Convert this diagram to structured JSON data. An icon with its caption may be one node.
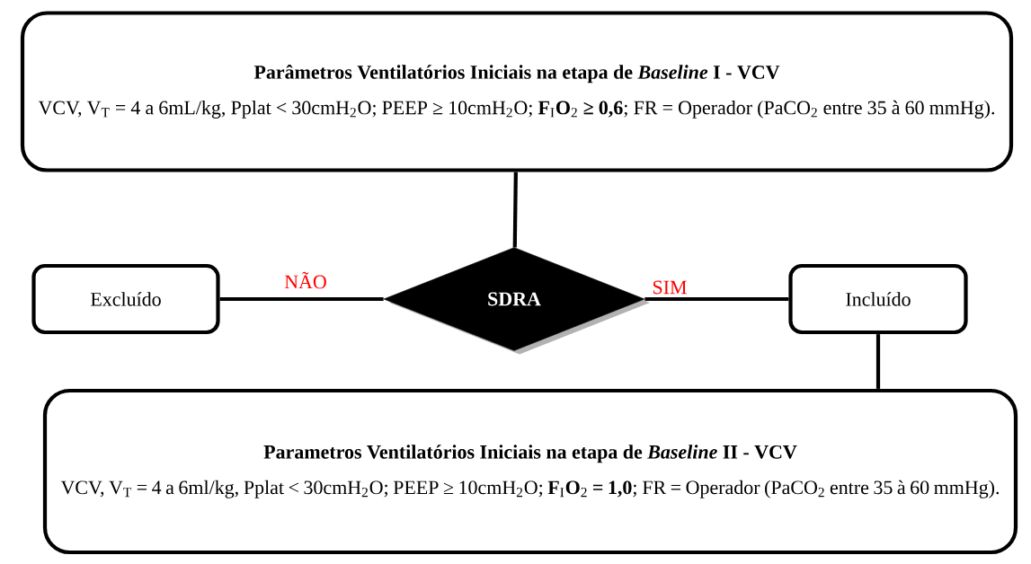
{
  "diagram": {
    "nodes": [
      {
        "text": [
          "Parâmetros Ventilatórios Iniciais na etapa de *Baseline* I - VCV",
          "VCV, V$_{T}$ = 4 a 6mL/kg, Pplat < 30cmH$_{2}$O; PEEP ≥ 10cmH$_{2}$O; **F**$_{I}$**O**$_{2}$ **≥ 0,6**; FR = Operador (PaCO$_{2}$ entre 35 à 60 mmHg)."
        ]
      },
      {
        "text": [
          "SDRA"
        ]
      },
      {
        "text": [
          "Excluído"
        ]
      },
      {
        "text": [
          "Incluído"
        ]
      },
      {
        "text": [
          "Parametros Ventilatórios Iniciais na etapa de *Baseline* II - VCV",
          "VCV, V$_{T}$ = 4 a 6ml/kg, Pplat < 30cmH$_{2}$O; PEEP ≥ 10cmH$_{2}$O; **F**$_{I}$**O**$_{2}$ **= 1,0**; FR = Operador (PaCO$_{2}$ entre 35 à 60 mmHg)."
        ]
      }
    ],
    "edges": [
      {
        "from": 0,
        "to": 1,
        "arrow": "none"
      },
      {
        "from": 1,
        "to": 2,
        "arrow": "none",
        "label": "NÃO"
      },
      {
        "from": 1,
        "to": 3,
        "arrow": "none",
        "label": "SIM"
      },
      {
        "from": 3,
        "to": 4,
        "arrow": "none"
      }
    ]
  }
}
